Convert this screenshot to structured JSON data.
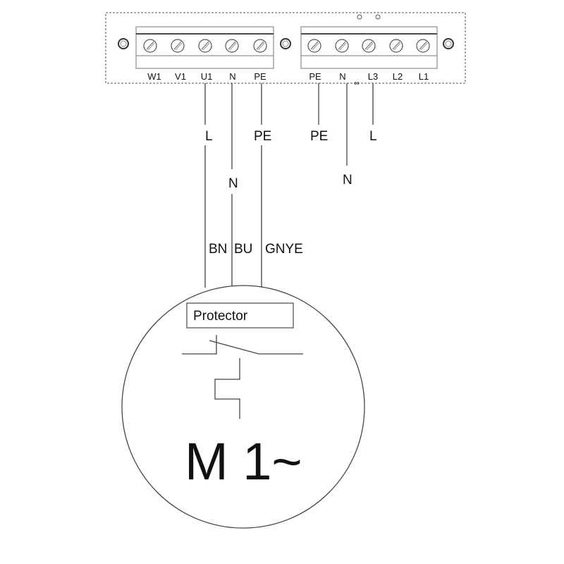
{
  "diagram": {
    "type": "wiring-diagram",
    "terminal_block_left": [
      "W1",
      "V1",
      "U1",
      "N",
      "PE"
    ],
    "terminal_block_right": [
      "PE",
      "N",
      "L3",
      "L2",
      "L1"
    ],
    "bridge_mark": "∞",
    "wire_labels_left": {
      "u1": "L",
      "n": "N",
      "pe": "PE"
    },
    "wire_labels_right": {
      "pe": "PE",
      "n": "N",
      "l3": "L"
    },
    "wire_colors": {
      "bn": "BN",
      "bu": "BU",
      "gnye": "GNYE"
    },
    "protector_label": "Protector",
    "motor_label": "M 1~"
  }
}
